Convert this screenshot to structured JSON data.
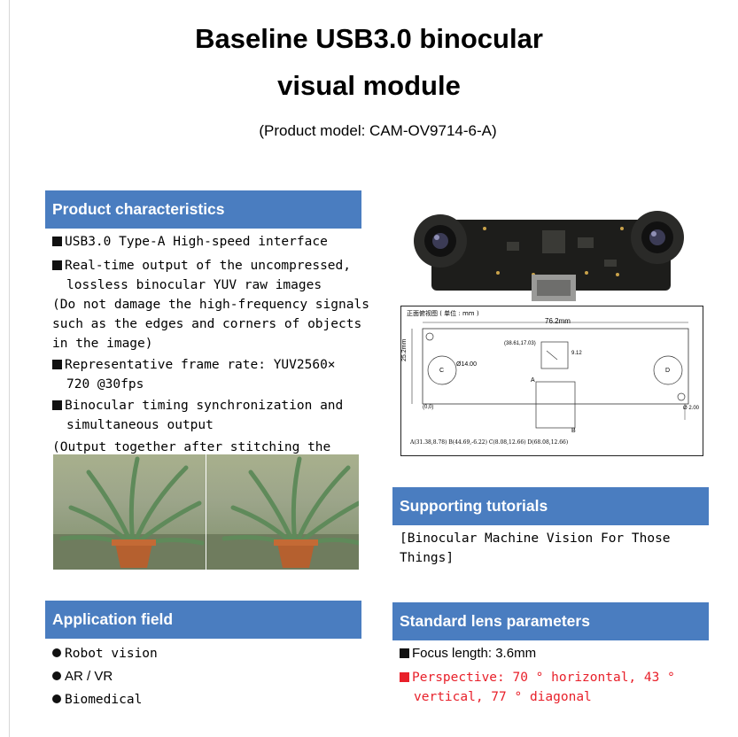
{
  "header": {
    "title_line1": "Baseline USB3.0 binocular",
    "title_line2": "visual module",
    "model": "(Product model: CAM-OV9714-6-A)"
  },
  "characteristics": {
    "heading": "Product characteristics",
    "f1": "USB3.0 Type-A High-speed interface",
    "f2a": "Real-time output of the uncompressed,",
    "f2b": "lossless binocular YUV raw images",
    "note1a": "(Do not damage the high-frequency signals",
    "note1b": "such as the edges and corners of objects",
    "note1c": "in the image)",
    "f3a": "Representative frame rate: YUV2560×",
    "f3b": "720 @30fps",
    "f4a": "Binocular timing synchronization and",
    "f4b": "simultaneous output",
    "note2": "(Output together after stitching the"
  },
  "application": {
    "heading": "Application field",
    "items": [
      "Robot vision",
      "AR / VR",
      "Biomedical"
    ]
  },
  "tutorials": {
    "heading": "Supporting tutorials",
    "line1": "[Binocular Machine Vision For Those",
    "line2": "Things]"
  },
  "lens": {
    "heading": "Standard lens parameters",
    "focus": "Focus length: 3.6mm",
    "persp_a": "Perspective: 70 °  horizontal, 43 °",
    "persp_b": "vertical, 77 °  diagonal"
  },
  "drawing": {
    "caption": "正面俯视图 ( 单位 : mm )",
    "width_label": "76.2mm",
    "height_label": "25.2mm",
    "hole_label": "Ø14.00",
    "chip_label": "(38.61,17.03)",
    "chip_dim": "9.12",
    "corner_a": "A",
    "corner_b": "B",
    "lens_c": "C",
    "lens_d": "D",
    "origin": "(0,0)",
    "mount_hole": "Ø 2.00",
    "footer": "A(31.38,8.78)  B(44.69,-6.22)  C(8.08,12.66)  D(68.08,12.66)"
  }
}
